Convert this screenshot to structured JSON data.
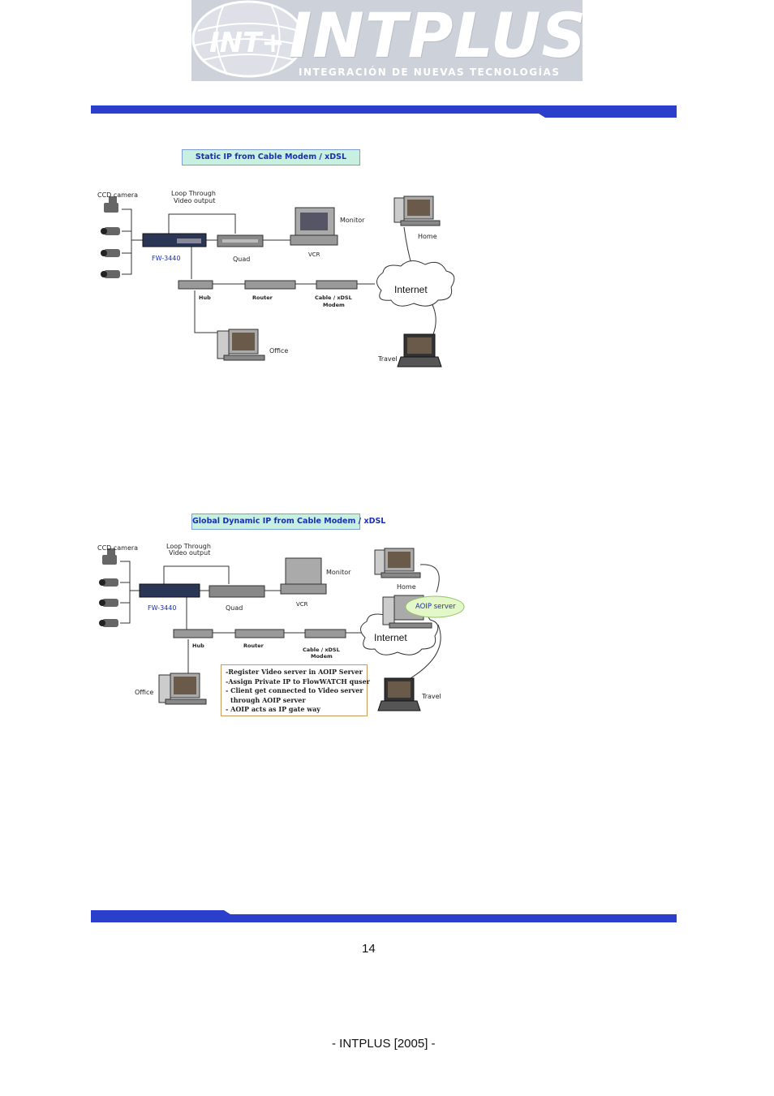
{
  "header": {
    "logo_text": "INTPLUS",
    "logo_mark": "INT+",
    "logo_subtitle": "INTEGRACIÓN DE NUEVAS TECNOLOGÍAS"
  },
  "diagram1": {
    "title": "Static IP from Cable Modem / xDSL",
    "labels": {
      "camera": "CCD camera",
      "loop": "Loop Through",
      "loop2": "Video output",
      "monitor": "Monitor",
      "home": "Home",
      "fw": "FW-3440",
      "quad": "Quad",
      "vcr": "VCR",
      "hub": "Hub",
      "router": "Router",
      "cable": "Cable / xDSL",
      "cable2": "Modem",
      "internet": "Internet",
      "office": "Office",
      "travel": "Travel"
    }
  },
  "diagram2": {
    "title": "Global Dynamic IP from Cable Modem / xDSL",
    "labels": {
      "camera": "CCD camera",
      "loop": "Loop Through",
      "loop2": "Video output",
      "monitor": "Monitor",
      "home": "Home",
      "fw": "FW-3440",
      "quad": "Quad",
      "vcr": "VCR",
      "aoip": "AOIP server",
      "hub": "Hub",
      "router": "Router",
      "cable": "Cable / xDSL",
      "cable2": "Modem",
      "internet": "Internet",
      "office": "Office",
      "travel": "Travel"
    },
    "notes": [
      "-Register Video server in AOIP  Server",
      "-Assign Private IP to FlowWATCH  quser",
      "- Client get connected to Video server",
      "  through AOIP server",
      "- AOIP acts as IP gate way"
    ]
  },
  "page_number": "14",
  "footer": "- INTPLUS [2005] -",
  "colors": {
    "band": "#2b3fcc",
    "logo_bg": "#cdd1d9",
    "title_bg": "#c8f0e0",
    "title_text": "#1a2fb0"
  }
}
